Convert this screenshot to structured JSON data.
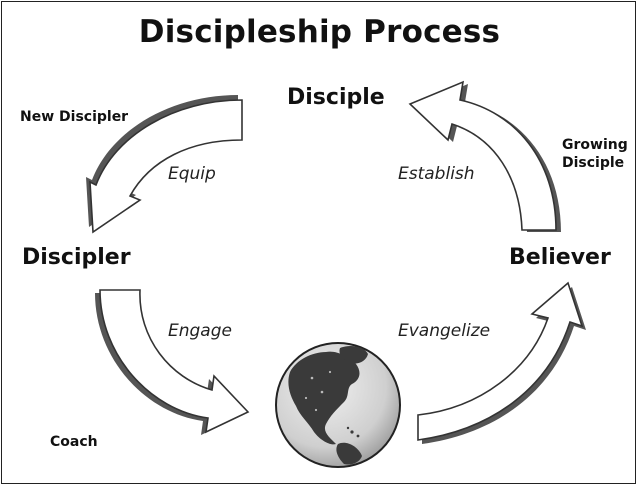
{
  "diagram": {
    "title": "Discipleship Process",
    "nodes": {
      "disciple": "Disciple",
      "discipler": "Discipler",
      "believer": "Believer"
    },
    "roles": {
      "new_discipler": "New Discipler",
      "growing_disciple_line1": "Growing",
      "growing_disciple_line2": "Disciple",
      "coach": "Coach"
    },
    "steps": {
      "equip": "Equip",
      "establish": "Establish",
      "engage": "Engage",
      "evangelize": "Evangelize"
    },
    "icons": [
      "curved-arrow-icon",
      "globe-icon"
    ],
    "colors": {
      "arrow_shadow": "#555555",
      "arrow_fill": "#ffffff",
      "globe_ocean": "#d9d9d9",
      "globe_land": "#3a3a3a"
    }
  }
}
